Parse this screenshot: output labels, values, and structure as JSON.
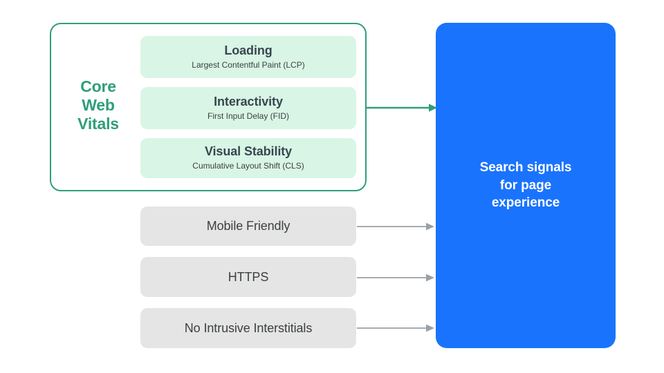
{
  "diagram": {
    "title": "Search signals for page experience",
    "colors": {
      "green_accent": "#2E9E7B",
      "green_pill_bg": "#D9F5E5",
      "gray_box_bg": "#E5E5E5",
      "blue_box_bg": "#1A73FD",
      "text_dark": "#3C4043",
      "arrow_gray": "#9AA0A6",
      "background": "#FFFFFF"
    }
  },
  "core_web_vitals": {
    "group_label": "Core\nWeb\nVitals",
    "group_label_lines": [
      "Core",
      "Web",
      "Vitals"
    ],
    "metrics": [
      {
        "title": "Loading",
        "subtitle": "Largest Contentful Paint (LCP)"
      },
      {
        "title": "Interactivity",
        "subtitle": "First Input Delay (FID)"
      },
      {
        "title": "Visual Stability",
        "subtitle": "Cumulative Layout Shift (CLS)"
      }
    ]
  },
  "other_signals": [
    {
      "label": "Mobile Friendly"
    },
    {
      "label": "HTTPS"
    },
    {
      "label": "No Intrusive Interstitials"
    }
  ],
  "destination": {
    "label": "Search signals\nfor page\nexperience"
  },
  "arrows": {
    "green_arrow_name": "core-web-vitals-arrow",
    "gray_arrow_names": [
      "mobile-friendly-arrow",
      "https-arrow",
      "no-intrusive-interstitials-arrow"
    ]
  }
}
